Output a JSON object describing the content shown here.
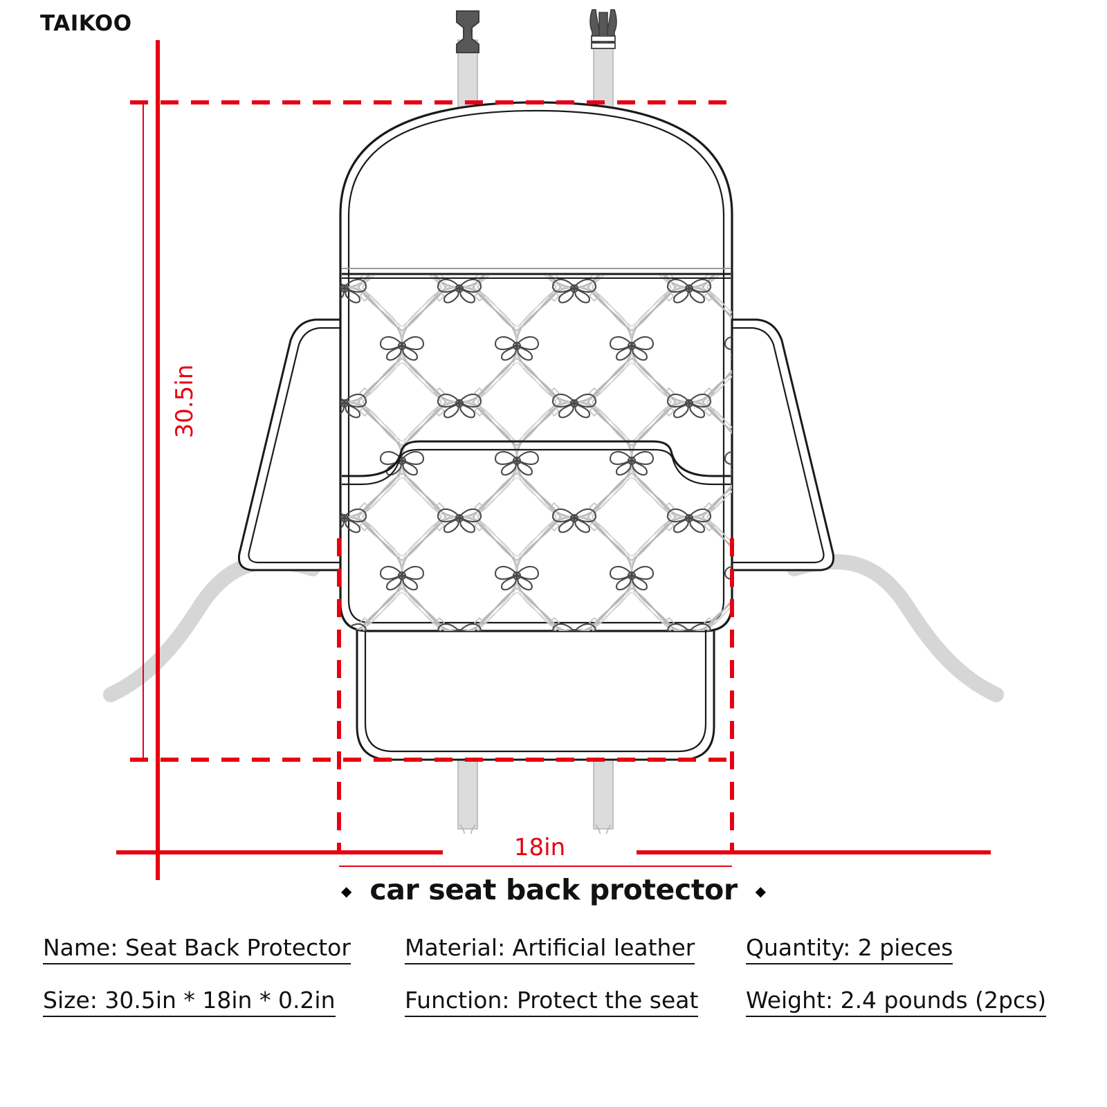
{
  "brand": "TAIKOO",
  "dimensions": {
    "height_label": "30.5in",
    "width_label": "18in",
    "line_color": "#e60012"
  },
  "product_title": {
    "text": "car seat back protector",
    "left_marker": "◆",
    "right_marker": "◆"
  },
  "specs": {
    "columns": [
      {
        "lines": [
          "Name: Seat Back Protector",
          "Size: 30.5in * 18in * 0.2in"
        ]
      },
      {
        "lines": [
          "Material: Artificial leather",
          "Function: Protect the seat"
        ]
      },
      {
        "lines": [
          "Quantity: 2 pieces",
          "Weight: 2.4 pounds (2pcs)"
        ]
      }
    ]
  },
  "illustration": {
    "description": "Line drawing of a car seat back protector, front view",
    "outline_color": "#1a1a1a",
    "strap_color": "#d4d4d4",
    "buckle_color": "#595959",
    "quilt_pattern_color": "#b0b0b0",
    "quilt_motif_color": "#555555",
    "parts": [
      "top-buckle-socket",
      "top-buckle-prong",
      "upper-panel",
      "quilted-panel",
      "pocket-divider",
      "lower-panel",
      "left-side-wing",
      "right-side-wing",
      "left-elastic-strap",
      "right-elastic-strap",
      "bottom-strap-left",
      "bottom-strap-right"
    ]
  }
}
